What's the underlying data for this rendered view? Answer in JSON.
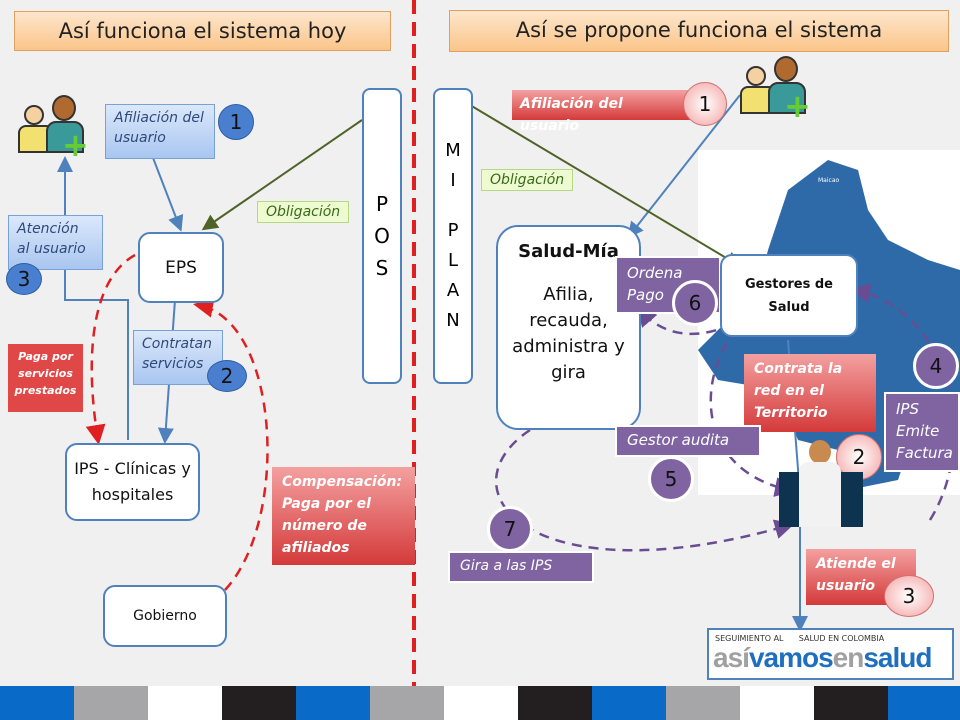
{
  "left": {
    "title": "Así  funciona el sistema hoy",
    "pos_letters": [
      "P",
      "O",
      "S"
    ],
    "obligacion": "Obligación",
    "afiliacion": "Afiliación del usuario",
    "afiliacion_num": "1",
    "eps": "EPS",
    "atencion": "Atención al usuario",
    "atencion_num": "3",
    "contratan": "Contratan servicios",
    "contratan_num": "2",
    "paga_servicios": "Paga por servicios prestados",
    "ips": "IPS - Clínicas y hospitales",
    "compensacion": "Compensación: Paga por el número  de afiliados",
    "gobierno": "Gobierno"
  },
  "right": {
    "title": "Así  se propone funciona el sistema",
    "miplan_letters": [
      "M",
      "I",
      "",
      "P",
      "L",
      "A",
      "N"
    ],
    "afiliacion": "Afiliación del usuario",
    "afiliacion_num": "1",
    "obligacion": "Obligación",
    "saludmia_title": "Salud-Mía",
    "saludmia_text": "Afilia, recauda, administra y gira",
    "ordena": "Ordena Pago",
    "ordena_num": "6",
    "gestores": "Gestores de Salud",
    "contrata": "Contrata la red en el Territorio",
    "contrata_num": "2",
    "ips_factura": "IPS Emite Factura",
    "ips_num": "4",
    "gestor_audita": "Gestor  audita",
    "audita_num": "5",
    "gira": "Gira a las IPS",
    "gira_num": "7",
    "atiende": "Atiende el usuario",
    "atiende_num": "3",
    "map_label": "Maicao"
  },
  "logo": {
    "tagline": "SEGUIMIENTO AL      SALUD EN COLOMBIA",
    "word1": "así",
    "word2": "vamos",
    "word3": "en",
    "word4": "salud"
  },
  "colors": {
    "accent_blue": "#4f81bd",
    "purple": "#8064a2",
    "red": "#e04848",
    "divider": "#e02020"
  }
}
